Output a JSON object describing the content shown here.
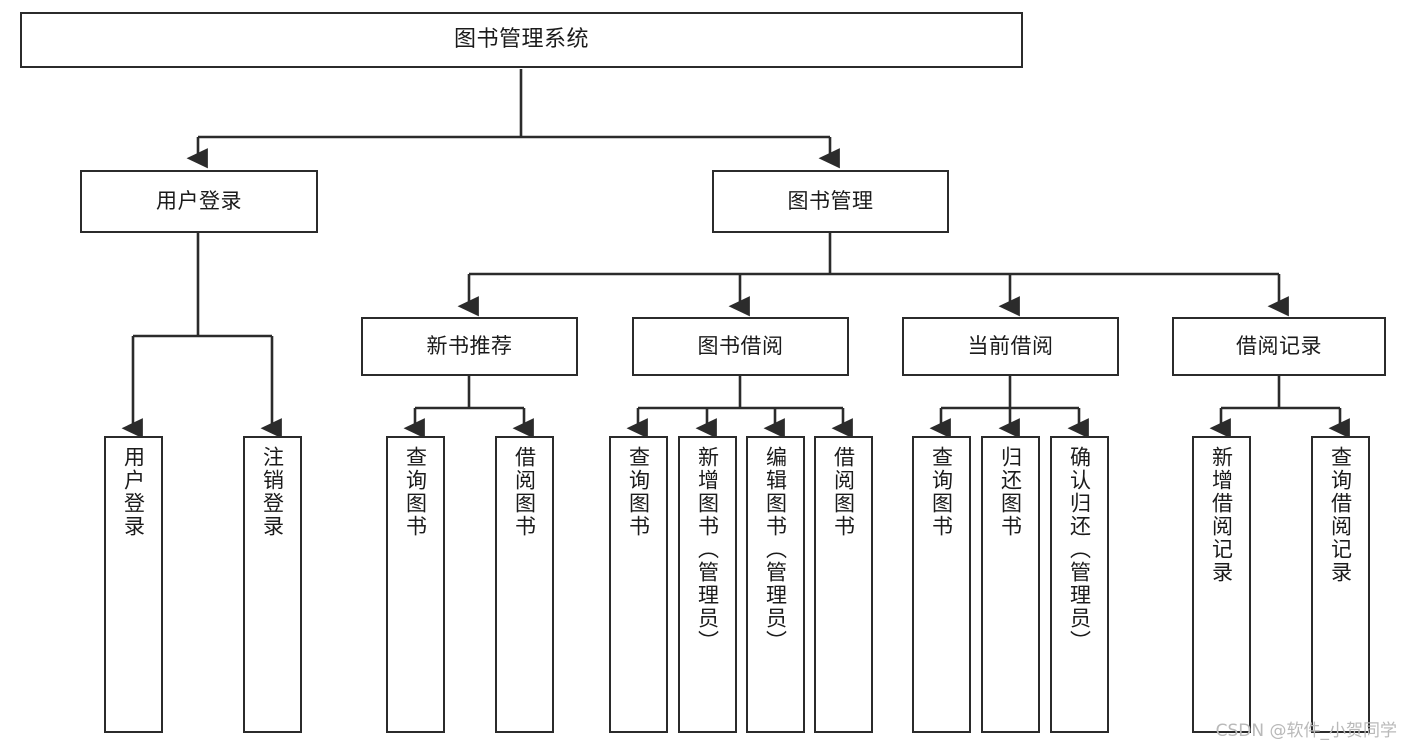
{
  "diagram": {
    "title": "图书管理系统",
    "type": "tree-hierarchy",
    "root": {
      "label": "图书管理系统"
    },
    "level2": [
      {
        "label": "用户登录"
      },
      {
        "label": "图书管理"
      }
    ],
    "level3": [
      {
        "label": "新书推荐"
      },
      {
        "label": "图书借阅"
      },
      {
        "label": "当前借阅"
      },
      {
        "label": "借阅记录"
      }
    ],
    "leaves": {
      "user_login": [
        {
          "label": "用户登录"
        },
        {
          "label": "注销登录"
        }
      ],
      "new_book_recommend": [
        {
          "label": "查询图书"
        },
        {
          "label": "借阅图书"
        }
      ],
      "book_borrow": [
        {
          "label": "查询图书"
        },
        {
          "label": "新增图书（管理员）"
        },
        {
          "label": "编辑图书（管理员）"
        },
        {
          "label": "借阅图书"
        }
      ],
      "current_borrow": [
        {
          "label": "查询图书"
        },
        {
          "label": "归还图书"
        },
        {
          "label": "确认归还（管理员）"
        }
      ],
      "borrow_record": [
        {
          "label": "新增借阅记录"
        },
        {
          "label": "查询借阅记录"
        }
      ]
    }
  },
  "watermark": {
    "text": "CSDN @软件_小贺同学"
  },
  "colors": {
    "border": "#2b2b2b",
    "text": "#1b1b1b",
    "background": "#ffffff",
    "watermark": "#b9b9b9"
  }
}
